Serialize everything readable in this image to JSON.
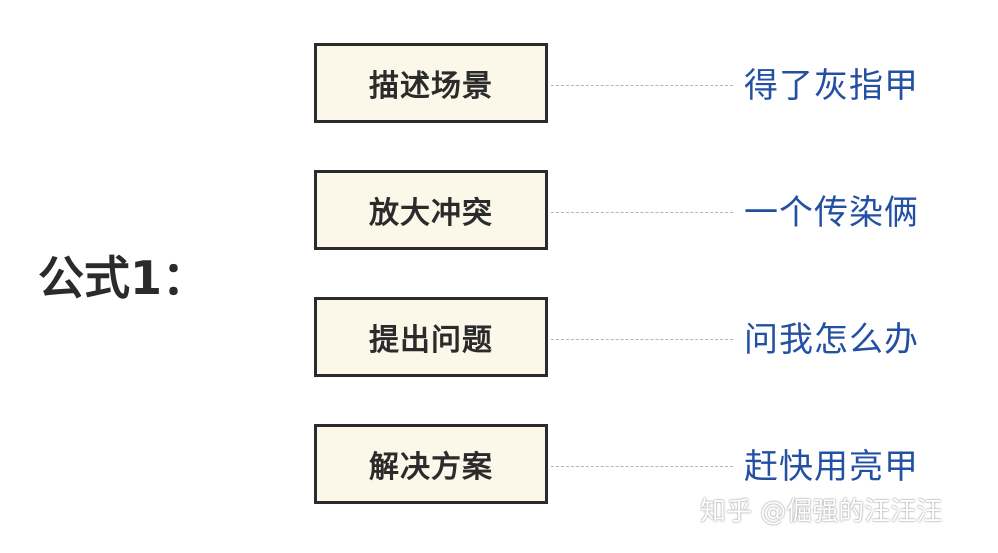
{
  "title": "公式1：",
  "steps": [
    {
      "label": "描述场景",
      "example": "得了灰指甲"
    },
    {
      "label": "放大冲突",
      "example": "一个传染俩"
    },
    {
      "label": "提出问题",
      "example": "问我怎么办"
    },
    {
      "label": "解决方案",
      "example": "赶快用亮甲"
    }
  ],
  "watermark": "知乎 @倔强的汪汪汪",
  "colors": {
    "box_fill": "#fbf7e9",
    "box_border": "#2b2b2b",
    "example_text": "#2450a3",
    "connector": "#b5b5b5"
  }
}
